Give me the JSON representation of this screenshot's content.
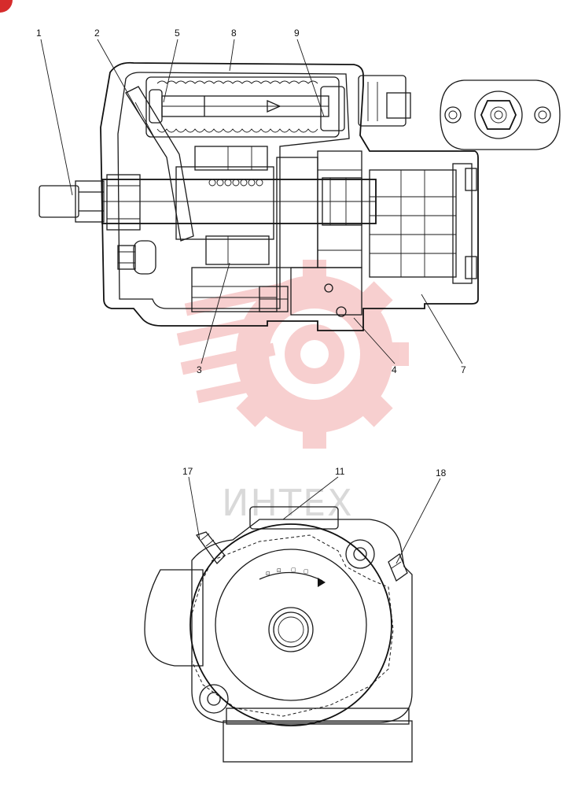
{
  "callouts": {
    "c1": "1",
    "c2": "2",
    "c5": "5",
    "c8": "8",
    "c9": "9",
    "c3": "3",
    "c4": "4",
    "c7": "7",
    "c17": "17",
    "c11": "11",
    "c18": "18"
  },
  "watermark": {
    "text": "ИНТЕХ",
    "color": "#f2b3b3"
  },
  "corner_badge_color": "#d62b2b"
}
